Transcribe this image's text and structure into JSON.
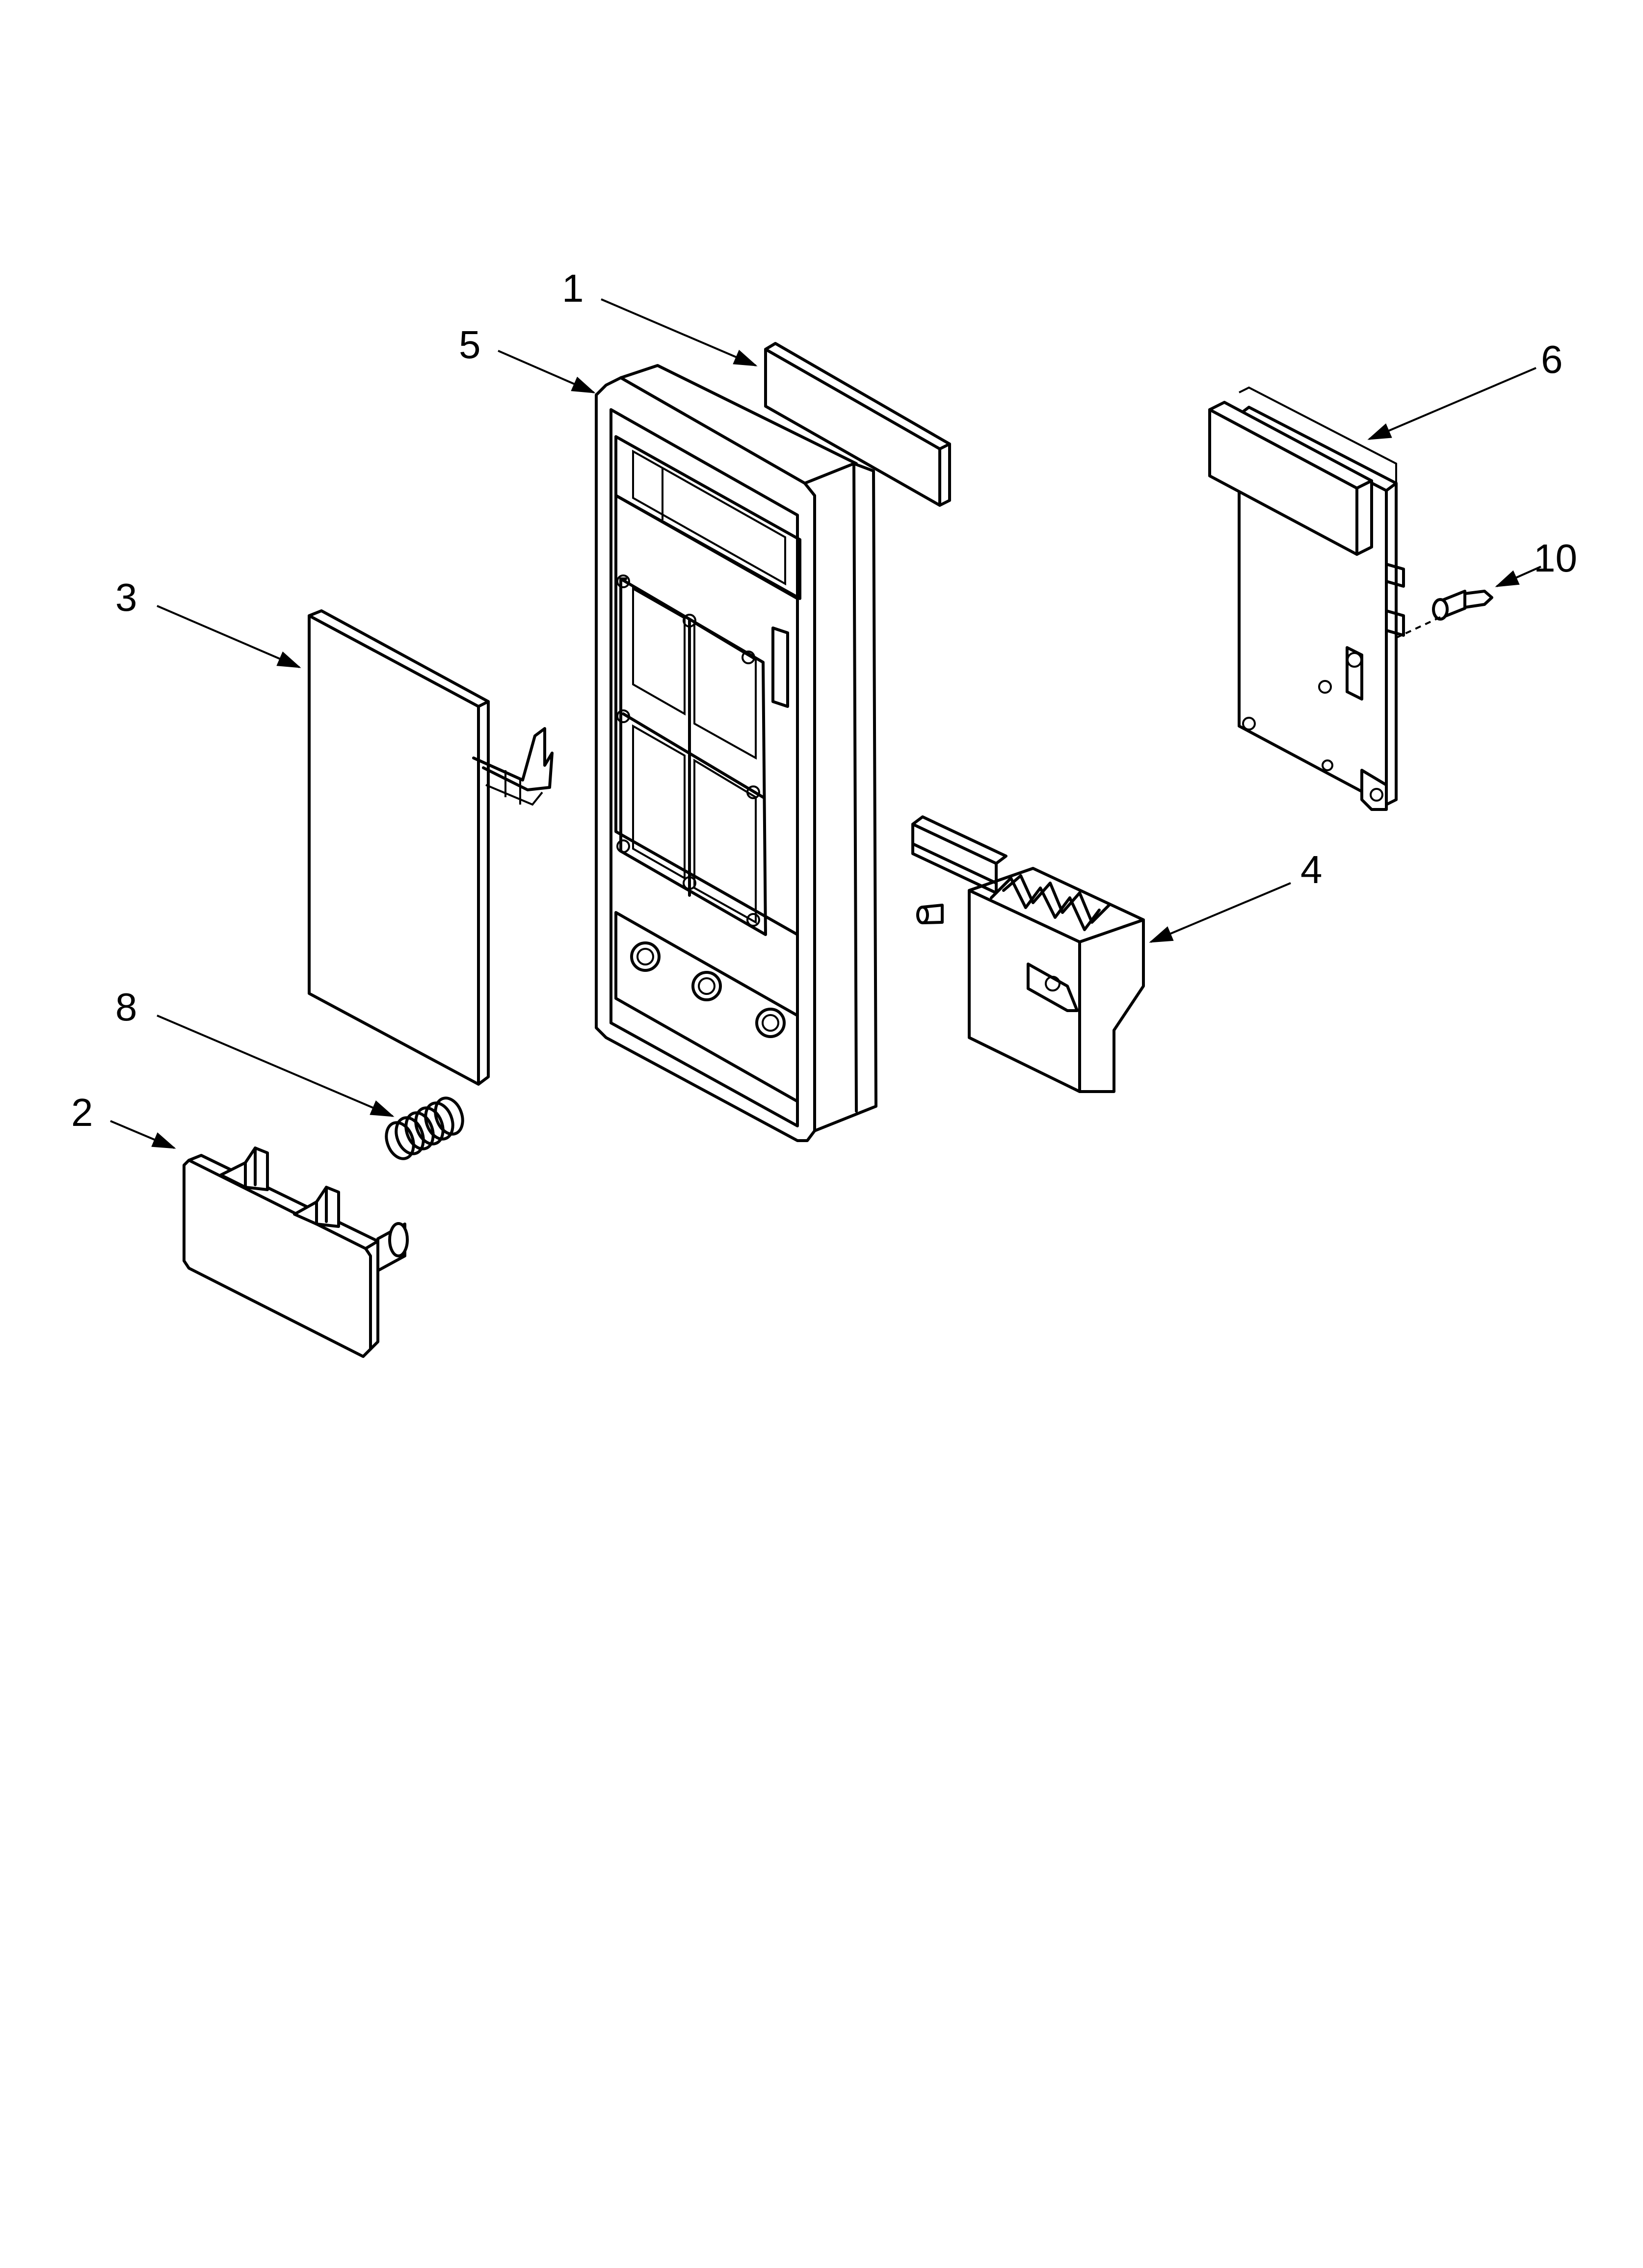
{
  "diagram": {
    "callouts": [
      {
        "id": "1",
        "label": "1"
      },
      {
        "id": "2",
        "label": "2"
      },
      {
        "id": "3",
        "label": "3"
      },
      {
        "id": "4",
        "label": "4"
      },
      {
        "id": "5",
        "label": "5"
      },
      {
        "id": "6",
        "label": "6"
      },
      {
        "id": "8",
        "label": "8"
      },
      {
        "id": "10",
        "label": "10"
      }
    ]
  }
}
